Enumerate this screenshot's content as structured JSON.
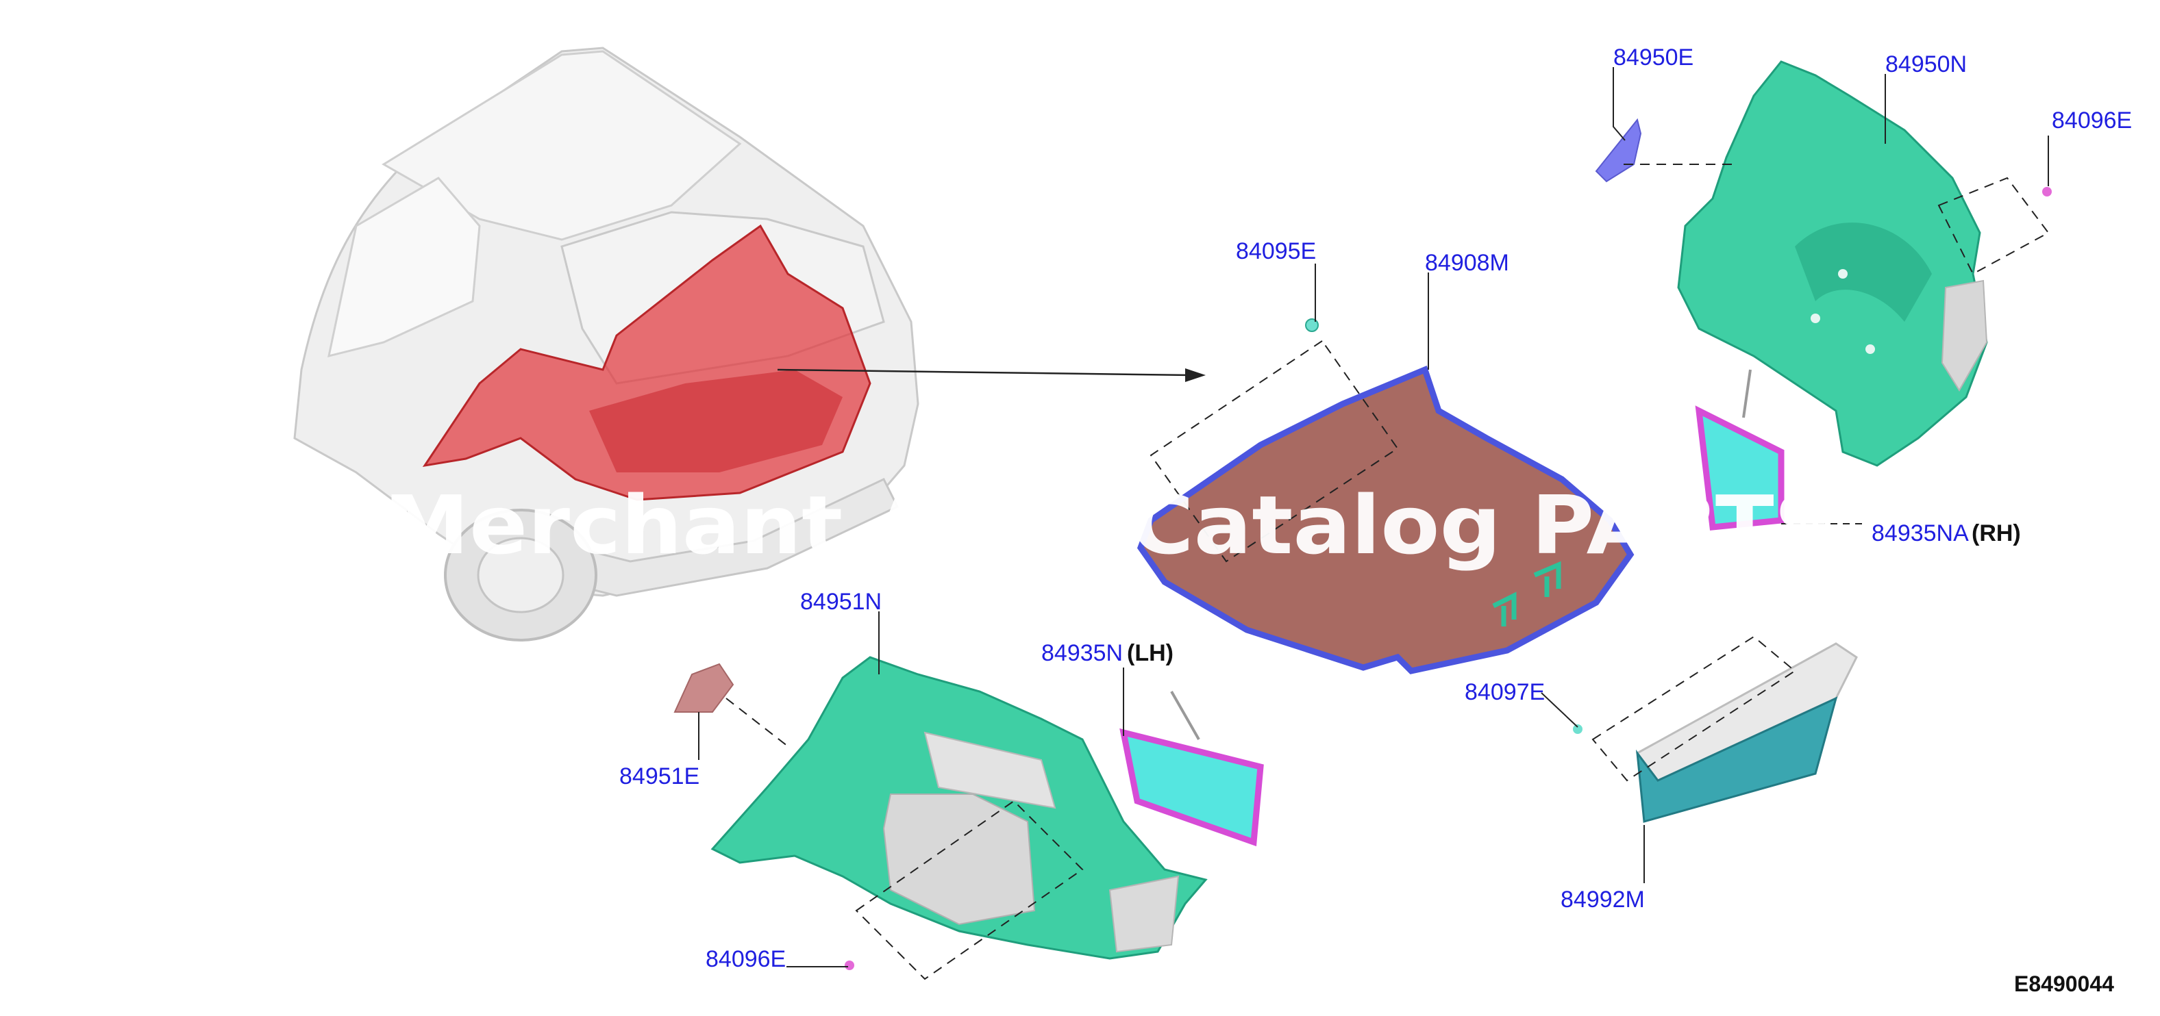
{
  "colors": {
    "callout_text": "#1f1fe0",
    "leader_line": "#222222",
    "trim_green": "#3fcfa4",
    "trim_green_dark": "#1f9e7c",
    "floor_mat": "#a86a62",
    "floor_edge": "#4b55de",
    "insulator_fill": "#55e6e0",
    "insulator_edge": "#d64cd6",
    "highlight_red": "#e0393e",
    "car_body": "#ededed",
    "watermark_text": "#ffffff"
  },
  "watermark": {
    "text": "Merchant Auto Catalog PARTS"
  },
  "diagram_code": "E8490044",
  "callouts": {
    "p84950E": "84950E",
    "p84950N": "84950N",
    "p84096E_top": "84096E",
    "p84095E": "84095E",
    "p84908M": "84908M",
    "p84935NA": "84935NA",
    "p84935NA_side": "(RH)",
    "p84951N": "84951N",
    "p84935N": "84935N",
    "p84935N_side": "(LH)",
    "p84951E": "84951E",
    "p84097E": "84097E",
    "p84992M": "84992M",
    "p84096E_bottom": "84096E"
  }
}
